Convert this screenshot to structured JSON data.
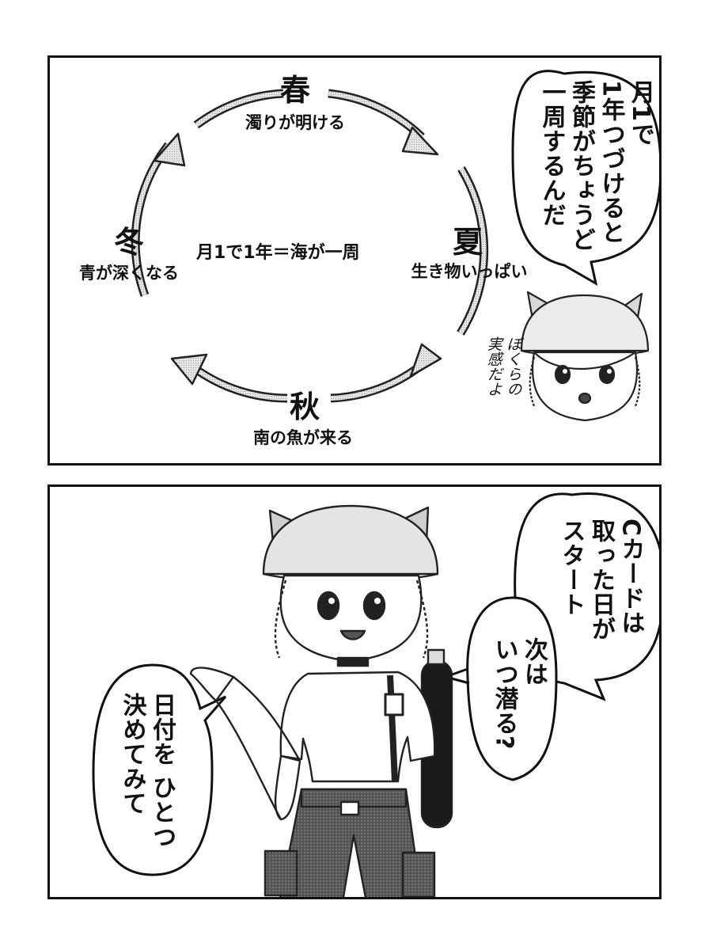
{
  "panel1": {
    "cycle": {
      "center": "月1で1年＝海が一周",
      "spring": {
        "name": "春",
        "desc": "濁りが明ける"
      },
      "summer": {
        "name": "夏",
        "desc": "生き物いっぱい"
      },
      "autumn": {
        "name": "秋",
        "desc": "南の魚が来る"
      },
      "winter": {
        "name": "冬",
        "desc": "青が深くなる"
      }
    },
    "bubble": "月1で\n1年つづけると\n季節がちょうど\n一周するんだ",
    "aside": "ぼくらの\n実感だよ"
  },
  "panel2": {
    "bubble_right": "Cカードは\n取った日が\nスタート",
    "bubble_mid": "次は\nいつ潜る?",
    "bubble_left": "日付を ひとつ\n決めてみて"
  }
}
